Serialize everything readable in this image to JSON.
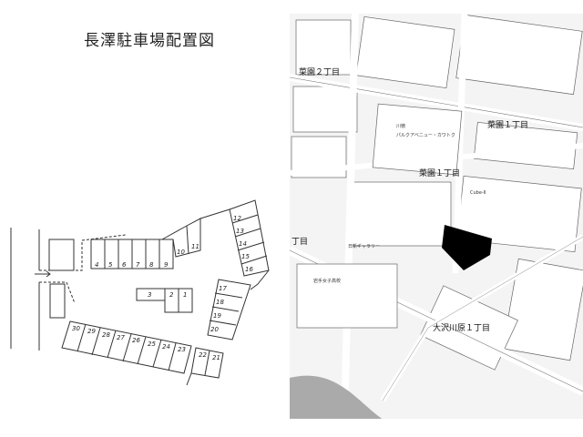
{
  "title": "長澤駐車場配置図",
  "parking": {
    "row_top": [
      "4",
      "5",
      "6",
      "7",
      "8",
      "9"
    ],
    "slanted_top": [
      "10",
      "11"
    ],
    "right_upper": [
      "12",
      "13",
      "14",
      "15",
      "16"
    ],
    "center": [
      "3",
      "2",
      "1"
    ],
    "right_lower": [
      "17",
      "18",
      "19",
      "20"
    ],
    "bottom": [
      "30",
      "29",
      "28",
      "27",
      "26",
      "25",
      "24",
      "23"
    ],
    "bottom_right": [
      "22",
      "21"
    ]
  },
  "map": {
    "district_saien2": "菜園２丁目",
    "district_saien1_a": "菜園１丁目",
    "district_saien1_b": "菜園１丁目",
    "district_osawa": "大沢川原１丁目",
    "district_partial": "丁目",
    "kawatoku": "パルクアベニュー・カワトク",
    "kawatoku_small": "川徳",
    "cube": "Cube-Ⅱ",
    "gallery": "日新ギャラリー",
    "school": "岩手女子高校"
  }
}
